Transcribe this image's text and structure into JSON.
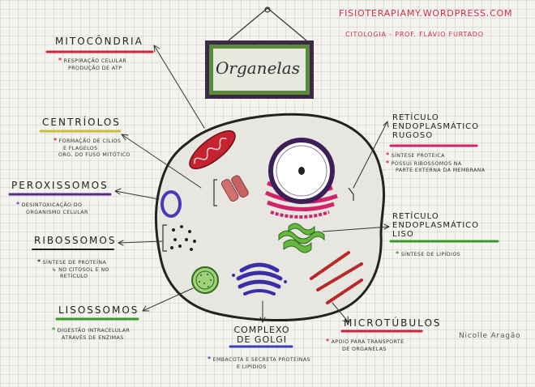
{
  "header": {
    "site": "FISIOTERAPIAMY.WORDPRESS.COM",
    "subtitle": "CITOLOGIA - PROF. FLÁVIO FURTADO"
  },
  "frame_title": "Organelas",
  "signature": "Nicolle Aragão",
  "organelles": {
    "mitocondria": {
      "name": "MITOCÔNDRIA",
      "notes": [
        "RESPIRAÇÃO CELULAR",
        "PRODUÇÃO DE ATP"
      ]
    },
    "centriolos": {
      "name": "CENTRÍOLOS",
      "notes": [
        "FORMAÇÃO DE CÍLIOS",
        "E FLAGELOS",
        "ORG. DO FUSO MITÓTICO"
      ]
    },
    "peroxissomos": {
      "name": "PEROXISSOMOS",
      "notes": [
        "DESINTOXICAÇÃO DO",
        "ORGANISMO CELULAR"
      ]
    },
    "ribossomos": {
      "name": "RIBOSSOMOS",
      "notes": [
        "SÍNTESE DE PROTEÍNA",
        "↳ NO CITOSOL E NO",
        "RETÍCULO"
      ]
    },
    "lisossomos": {
      "name": "LISOSSOMOS",
      "notes": [
        "DIGESTÃO INTRACELULAR",
        "ATRAVÉS DE ENZIMAS"
      ]
    },
    "golgi": {
      "name_line1": "COMPLEXO",
      "name_line2": "DE GOLGI",
      "notes": [
        "EMBACOTA E SECRETA PROTEÍNAS",
        "E LIPÍDIOS"
      ]
    },
    "microtubulos": {
      "name": "MICROTÚBULOS",
      "notes": [
        "APOIO PARA TRANSPORTE",
        "DE ORGANELAS"
      ]
    },
    "rer": {
      "name_line1": "RETÍCULO",
      "name_line2": "ENDOPLASMÁTICO",
      "name_line3": "RUGOSO",
      "notes": [
        "SÍNTESE PROTEICA",
        "POSSUI RIBOSSOMOS NA",
        "PARTE EXTERNA DA MEMBRANA"
      ]
    },
    "rel": {
      "name_line1": "RETÍCULO",
      "name_line2": "ENDOPLASMÁTICO",
      "name_line3": "LISO",
      "notes": [
        "SÍNTESE DE LIPÍDIOS"
      ]
    }
  },
  "colors": {
    "red": "#d1243b",
    "purple": "#5a2a8a",
    "blue": "#3b44b8",
    "green": "#3a9a28",
    "pink": "#d8246a",
    "cell": "#e6e5df"
  }
}
